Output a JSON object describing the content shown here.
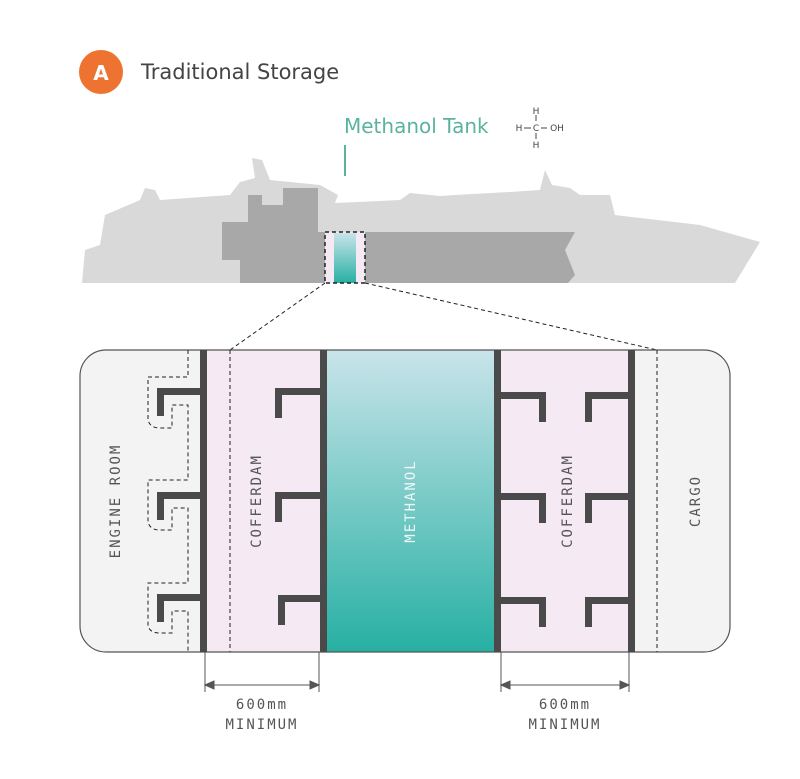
{
  "header": {
    "badge": "A",
    "title": "Traditional Storage"
  },
  "ship": {
    "tank_label": "Methanol Tank",
    "formula": {
      "top": "H",
      "left": "H",
      "center": "C",
      "right": "OH",
      "bottom": "H"
    }
  },
  "sections": {
    "engine_room": "ENGINE ROOM",
    "cofferdam_left": "COFFERDAM",
    "methanol": "METHANOL",
    "cofferdam_right": "COFFERDAM",
    "cargo": "CARGO"
  },
  "dimensions": [
    {
      "value": "600mm",
      "note": "MINIMUM"
    },
    {
      "value": "600mm",
      "note": "MINIMUM"
    }
  ],
  "colors": {
    "badge": "#ee7330",
    "accent": "#5bb39e",
    "wall": "#4a4a4a",
    "cofferdam": "#f5e9f3",
    "methanol_top": "#c9e4ea",
    "methanol_bottom": "#27b0a3"
  }
}
